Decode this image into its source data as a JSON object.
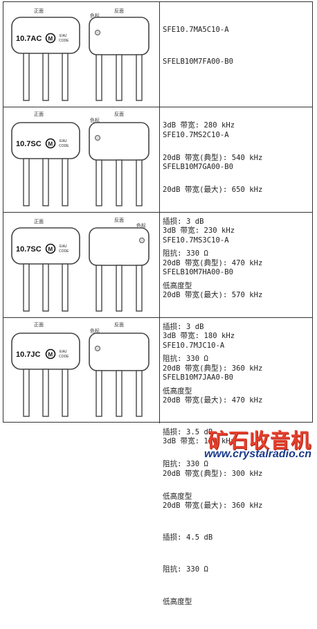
{
  "rows": [
    {
      "front_label": "正面",
      "back_label": "反面",
      "mark_label": "色标",
      "chip_text": "10.7AC",
      "eiaj": "EIAJ",
      "code": "CODE",
      "lines": [
        "SFE10.7MA5C10-A",
        "SFELB10M7FA00-B0",
        "",
        "3dB 带宽: 280 kHz",
        "20dB 带宽(典型): 540 kHz",
        "20dB 带宽(最大): 650 kHz",
        "插损: 3 dB",
        "阻抗: 330 Ω",
        "低高度型"
      ]
    },
    {
      "front_label": "正面",
      "back_label": "反面",
      "mark_label": "色标",
      "chip_text": "10.7SC",
      "eiaj": "EIAJ",
      "code": "CODE",
      "lines": [
        "SFE10.7MS2C10-A",
        "SFELB10M7GA00-B0",
        "",
        "3dB 带宽: 230 kHz",
        "20dB 带宽(典型): 470 kHz",
        "20dB 带宽(最大): 570 kHz",
        "插损: 3 dB",
        "阻抗: 330 Ω",
        "低高度型"
      ]
    },
    {
      "front_label": "正面",
      "back_label": "反面",
      "mark_label": "色标",
      "chip_text": "10.7SC",
      "eiaj": "EIAJ",
      "code": "CODE",
      "lines": [
        "SFE10.7MS3C10-A",
        "SFELB10M7HA00-B0",
        "",
        "3dB 带宽: 180 kHz",
        "20dB 带宽(典型): 360 kHz",
        "20dB 带宽(最大): 470 kHz",
        "插损: 3.5 dB",
        "阻抗: 330 Ω",
        "低高度型"
      ]
    },
    {
      "front_label": "正面",
      "back_label": "反面",
      "mark_label": "色标",
      "chip_text": "10.7JC",
      "eiaj": "EIAJ",
      "code": "CODE",
      "lines": [
        "SFE10.7MJC10-A",
        "SFELB10M7JAA0-B0",
        "",
        "3dB 带宽: 150 kHz",
        "20dB 带宽(典型): 300 kHz",
        "20dB 带宽(最大): 360 kHz",
        "插损: 4.5 dB",
        "阻抗: 330 Ω",
        "低高度型"
      ]
    }
  ],
  "footer": {
    "brand_cn": "矿石收音机",
    "url": "www.crystalradio.cn",
    "logo_color": "#e3402d",
    "url_color": "#1c3a8c"
  }
}
